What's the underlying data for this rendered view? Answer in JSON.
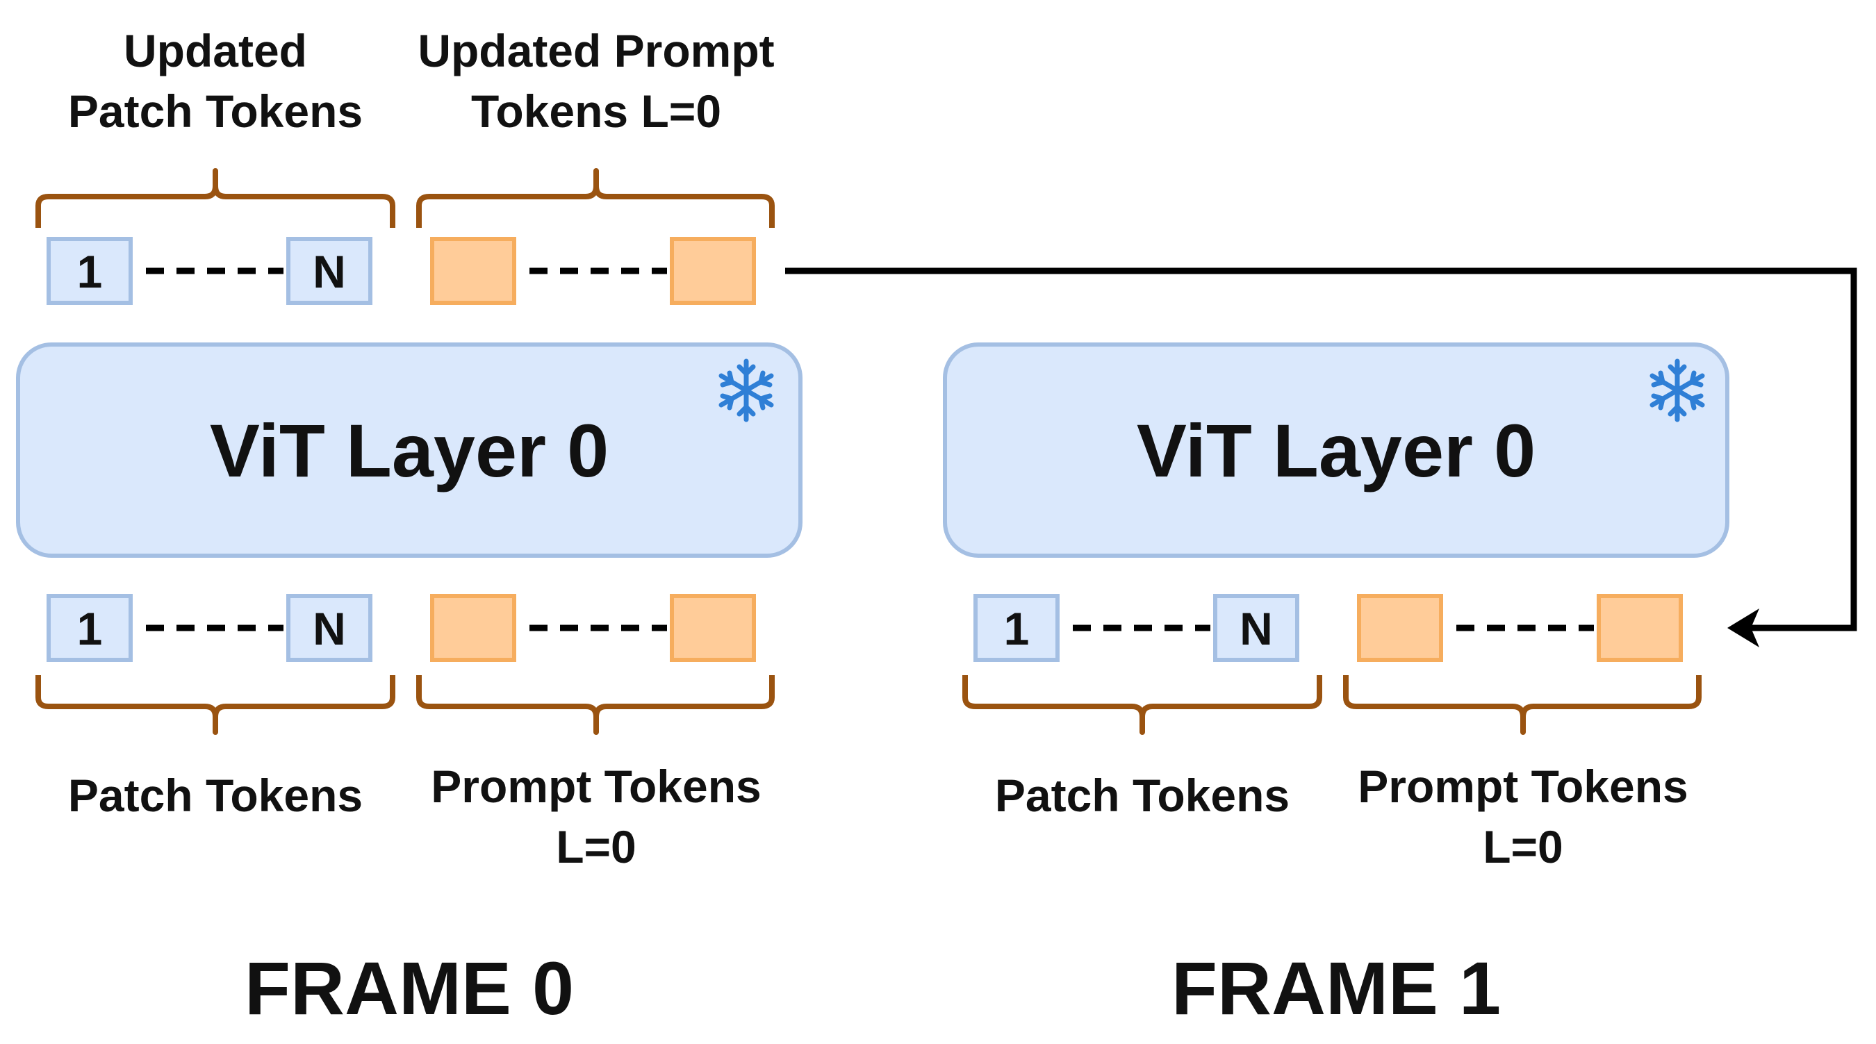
{
  "colors": {
    "patch_fill": "#dae8fc",
    "patch_stroke": "#a4bfe3",
    "prompt_fill": "#ffcc99",
    "prompt_stroke": "#f6ad5e",
    "layer_fill": "#dae8fc",
    "layer_stroke": "#a4bfe3",
    "brace": "#9a5310",
    "line": "#000000",
    "snowflake": "#2f7fd6"
  },
  "icons": {
    "frozen": "snowflake-icon"
  },
  "frame0": {
    "top": {
      "patch_label_line1": "Updated",
      "patch_label_line2": "Patch Tokens",
      "prompt_label_line1": "Updated Prompt",
      "prompt_label_line2": "Tokens L=0",
      "patch_first": "1",
      "patch_last": "N"
    },
    "layer_label": "ViT Layer 0",
    "bottom": {
      "patch_first": "1",
      "patch_last": "N",
      "patch_label": "Patch Tokens",
      "prompt_label_line1": "Prompt Tokens",
      "prompt_label_line2": "L=0"
    },
    "frame_label": "FRAME 0"
  },
  "frame1": {
    "layer_label": "ViT Layer 0",
    "bottom": {
      "patch_first": "1",
      "patch_last": "N",
      "patch_label": "Patch Tokens",
      "prompt_label_line1": "Prompt Tokens",
      "prompt_label_line2": "L=0"
    },
    "frame_label": "FRAME 1"
  }
}
